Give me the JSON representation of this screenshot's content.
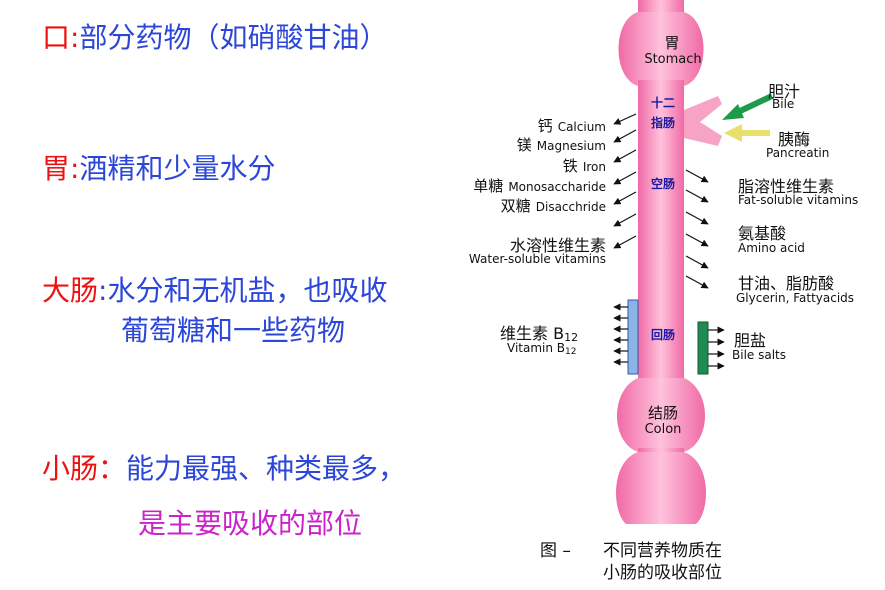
{
  "left": {
    "mouth": {
      "label": "口",
      "sep": ":",
      "text": "部分药物（如硝酸甘油）"
    },
    "stomach": {
      "label": "胃",
      "sep": ":",
      "text": "酒精和少量水分"
    },
    "large_intestine": {
      "label": "大肠",
      "sep": ":",
      "text1": "水分和无机盐，也吸收",
      "text2": "葡萄糖和一些药物"
    },
    "small_intestine": {
      "label": "小肠",
      "sep": "：",
      "text1": "能力最强、种类最多，",
      "text2": "是主要吸收的部位"
    }
  },
  "diagram": {
    "stomach": {
      "zh": "胃",
      "en": "Stomach"
    },
    "duodenum": {
      "line1": "十二",
      "line2": "指肠"
    },
    "jejunum": "空肠",
    "ileum": "回肠",
    "colon": {
      "zh": "结肠",
      "en": "Colon"
    },
    "bile": {
      "zh": "胆汁",
      "en": "Bile"
    },
    "pancreatin": {
      "zh": "胰酶",
      "en": "Pancreatin"
    },
    "left_labels": [
      {
        "zh": "钙",
        "en": "Calcium"
      },
      {
        "zh": "镁",
        "en": "Magnesium"
      },
      {
        "zh": "铁",
        "en": "Iron"
      },
      {
        "zh": "单糖",
        "en": "Monosaccharide"
      },
      {
        "zh": "双糖",
        "en": "Disacchride"
      },
      {
        "zh": "水溶性维生素",
        "en": "Water-soluble vitamins"
      }
    ],
    "right_labels": [
      {
        "zh": "脂溶性维生素",
        "en": "Fat-soluble vitamins"
      },
      {
        "zh": "氨基酸",
        "en": "Amino acid"
      },
      {
        "zh": "甘油、脂肪酸",
        "en": "Glycerin, Fattyacids"
      }
    ],
    "vitamin_b12": {
      "zh": "维生素 B",
      "zh_sub": "12",
      "en": "Vitamin B",
      "en_sub": "12"
    },
    "bile_salts": {
      "zh": "胆盐",
      "en": "Bile salts"
    },
    "caption": {
      "prefix": "图 –",
      "line1": "不同营养物质在",
      "line2": "小肠的吸收部位"
    }
  },
  "colors": {
    "red": "#ee1111",
    "blue": "#2b46d8",
    "magenta": "#cc22cc",
    "tube": "#f27bb0",
    "bile_arrow": "#1f9a4a",
    "pancreatin_arrow": "#f3ef8a",
    "b12_bar": "#8ab4e8",
    "bile_salts_bar": "#1f8a52"
  }
}
